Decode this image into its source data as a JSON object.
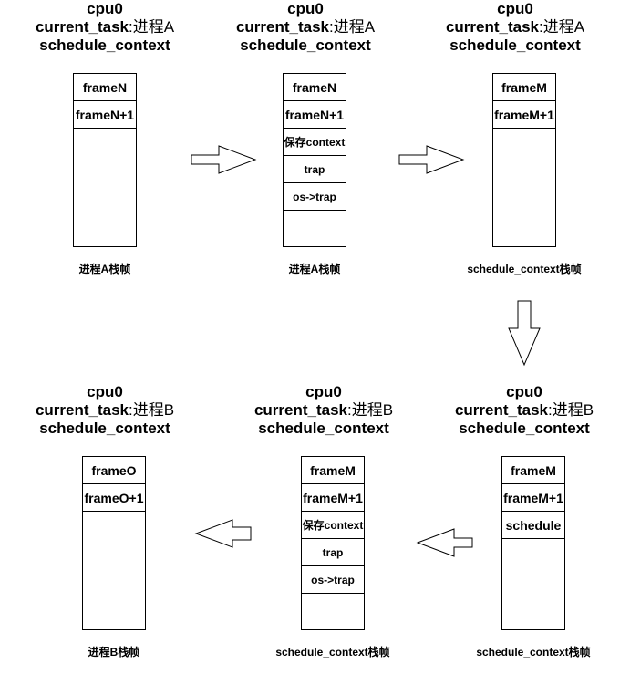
{
  "panels": [
    {
      "cpu": "cpu0",
      "task_label": "current_task",
      "task_value": ":进程A",
      "context": "schedule_context",
      "cells": [
        "frameN",
        "frameN+1"
      ],
      "caption": "进程A栈帧"
    },
    {
      "cpu": "cpu0",
      "task_label": "current_task",
      "task_value": ":进程A",
      "context": "schedule_context",
      "cells": [
        "frameN",
        "frameN+1",
        "保存context",
        "trap",
        "os->trap"
      ],
      "caption": "进程A栈帧"
    },
    {
      "cpu": "cpu0",
      "task_label": "current_task",
      "task_value": ":进程A",
      "context": "schedule_context",
      "cells": [
        "frameM",
        "frameM+1"
      ],
      "caption": "schedule_context栈帧"
    },
    {
      "cpu": "cpu0",
      "task_label": "current_task",
      "task_value": ":进程B",
      "context": "schedule_context",
      "cells": [
        "frameO",
        "frameO+1"
      ],
      "caption": "进程B栈帧"
    },
    {
      "cpu": "cpu0",
      "task_label": "current_task",
      "task_value": ":进程B",
      "context": "schedule_context",
      "cells": [
        "frameM",
        "frameM+1",
        "保存context",
        "trap",
        "os->trap"
      ],
      "caption": "schedule_context栈帧"
    },
    {
      "cpu": "cpu0",
      "task_label": "current_task",
      "task_value": ":进程B",
      "context": "schedule_context",
      "cells": [
        "frameM",
        "frameM+1",
        "schedule"
      ],
      "caption": "schedule_context栈帧"
    }
  ]
}
